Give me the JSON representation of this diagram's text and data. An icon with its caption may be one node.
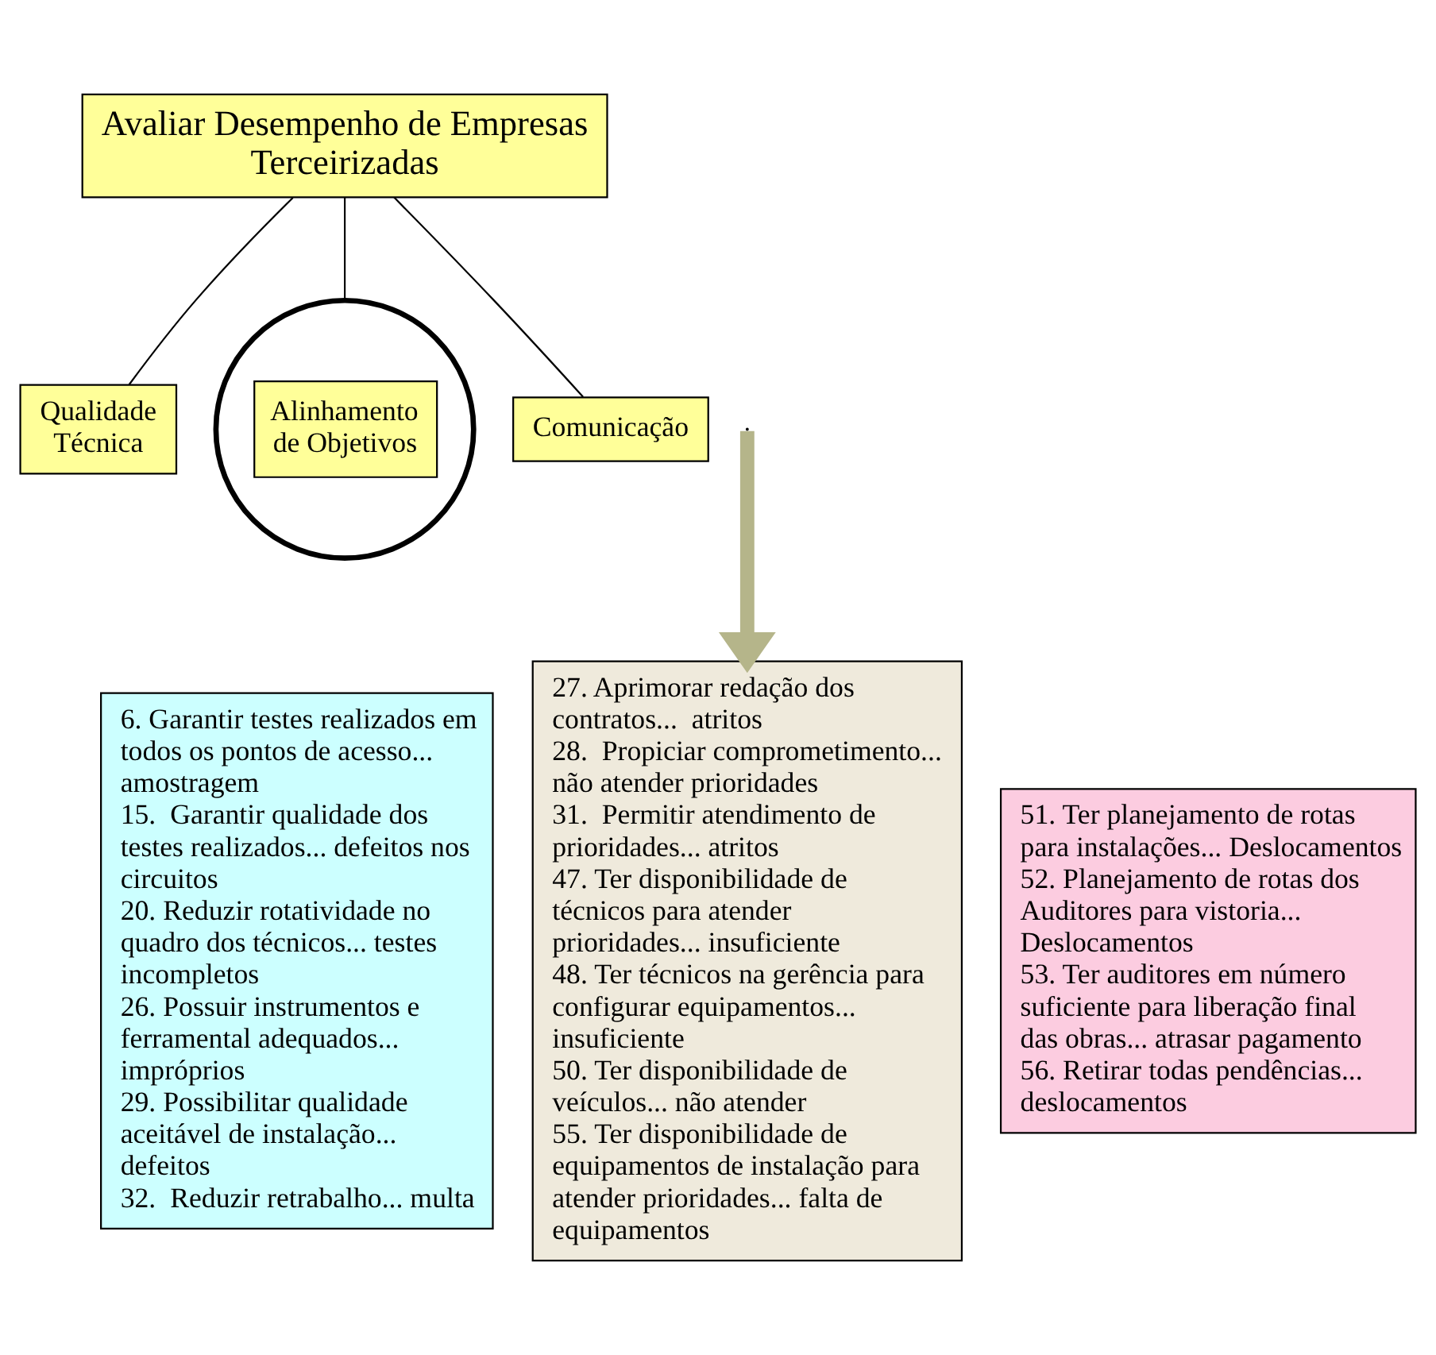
{
  "diagram": {
    "nodes": [
      {
        "text": [
          "Avaliar Desempenho de Empresas Terceirizadas"
        ]
      },
      {
        "text": [
          "Qualidade Técnica"
        ]
      },
      {
        "text": [],
        "shape": "circle"
      },
      {
        "text": [
          "Alinhamento de Objetivos"
        ],
        "in": 2
      },
      {
        "text": [
          "Comunicação"
        ]
      },
      {
        "text": [
          "6. Garantir testes realizados em todos os pontos de acesso... amostragem",
          "15.  Garantir qualidade dos testes realizados... defeitos nos circuitos",
          "20. Reduzir rotatividade no quadro dos técnicos... testes incompletos",
          "26. Possuir instrumentos e ferramental adequados... impróprios",
          "29. Possibilitar qualidade aceitável de instalação... defeitos",
          "32.  Reduzir retrabalho... multa"
        ]
      },
      {
        "text": [
          "27. Aprimorar redação dos contratos...  atritos",
          "28.  Propiciar comprometimento... não atender prioridades",
          "31.  Permitir atendimento de prioridades... atritos",
          "47. Ter disponibilidade de técnicos para atender prioridades... insuficiente",
          "48. Ter técnicos na gerência para configurar equipamentos... insuficiente",
          "50. Ter disponibilidade de veículos... não atender",
          "55. Ter disponibilidade de equipamentos de instalação para atender prioridades... falta de equipamentos"
        ]
      },
      {
        "text": [
          "51. Ter planejamento de rotas para instalações... Deslocamentos",
          "52. Planejamento de rotas dos Auditores para vistoria... Deslocamentos",
          "53. Ter auditores em número suficiente para liberação final das obras... atrasar pagamento",
          "56. Retirar todas pendências... deslocamentos"
        ]
      }
    ],
    "edges": [
      {
        "from": 0,
        "to": 1,
        "arrow": "none"
      },
      {
        "from": 0,
        "to": 2,
        "arrow": "none"
      },
      {
        "from": 0,
        "to": 4,
        "arrow": "none"
      },
      {
        "from": null,
        "to": 6,
        "arrow": "to",
        "style": "thick",
        "color": "#b5b58a"
      }
    ]
  }
}
